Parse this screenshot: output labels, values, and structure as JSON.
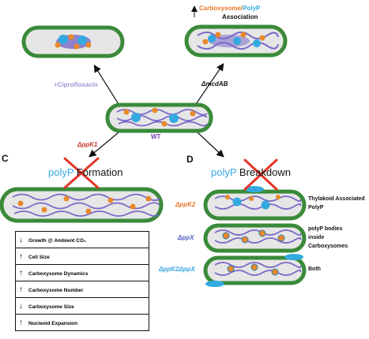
{
  "top_right_title": {
    "carboxysome": "Carboxysome/",
    "polyp": "PolyP",
    "association": "Association"
  },
  "labels": {
    "ciprofloxacin": "+Ciprofloxacin",
    "mcdab": "ΔmcdAB",
    "wt": "WT",
    "ppk1": "ΔppK1",
    "ppk2": "ΔppK2",
    "ppx": "ΔppX",
    "ppk2ppx": "ΔppK2ΔppX"
  },
  "panels": {
    "c_letter": "C",
    "d_letter": "D",
    "c_polyp": "polyP",
    "c_word": "Formation",
    "d_polyp": "polyP",
    "d_word": "Breakdown"
  },
  "d_descriptions": {
    "thylakoid": [
      "Thylakoid Associated",
      "PolyP"
    ],
    "bodies": [
      "polyP bodies",
      "inside",
      "Carboxysomes"
    ],
    "both": "Both"
  },
  "phenotype_table": [
    {
      "arrow": "↓",
      "label": "Growth @ Ambient CO₂"
    },
    {
      "arrow": "↑",
      "label": "Cell Size"
    },
    {
      "arrow": "↑",
      "label": "Carboxysome Dynamics"
    },
    {
      "arrow": "↑",
      "label": "Carboxysome Number"
    },
    {
      "arrow": "↓",
      "label": "Carboxysome Size"
    },
    {
      "arrow": "↑",
      "label": "Nucleoid Expansion"
    }
  ],
  "colors": {
    "cell_wall": "#3a8a3a",
    "cell_fill": "#e6e6e6",
    "nucleoid": "#7b68c8",
    "polyp_blue": "#33a9e0",
    "carboxysome": "#e8892a",
    "cipro_label": "#9b96d8",
    "ppk1_label": "#c0392b",
    "ppk2_label": "#e8762a",
    "ppx_label": "#5060c0",
    "ppk2ppx_label": "#3aa6e0",
    "cross": "#e53528"
  }
}
